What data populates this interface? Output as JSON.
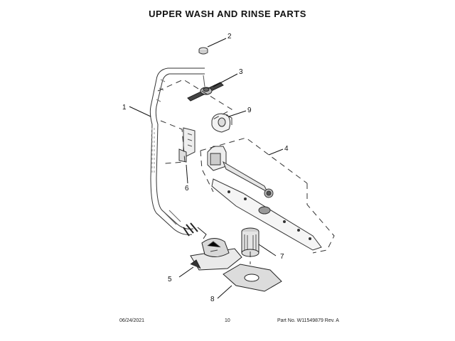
{
  "title": "UPPER WASH AND RINSE PARTS",
  "callouts": [
    "1",
    "2",
    "3",
    "4",
    "5",
    "6",
    "7",
    "8",
    "9"
  ],
  "footer": {
    "date": "06/24/2021",
    "page": "10",
    "part_no": "Part No. W11549879  Rev. A"
  }
}
